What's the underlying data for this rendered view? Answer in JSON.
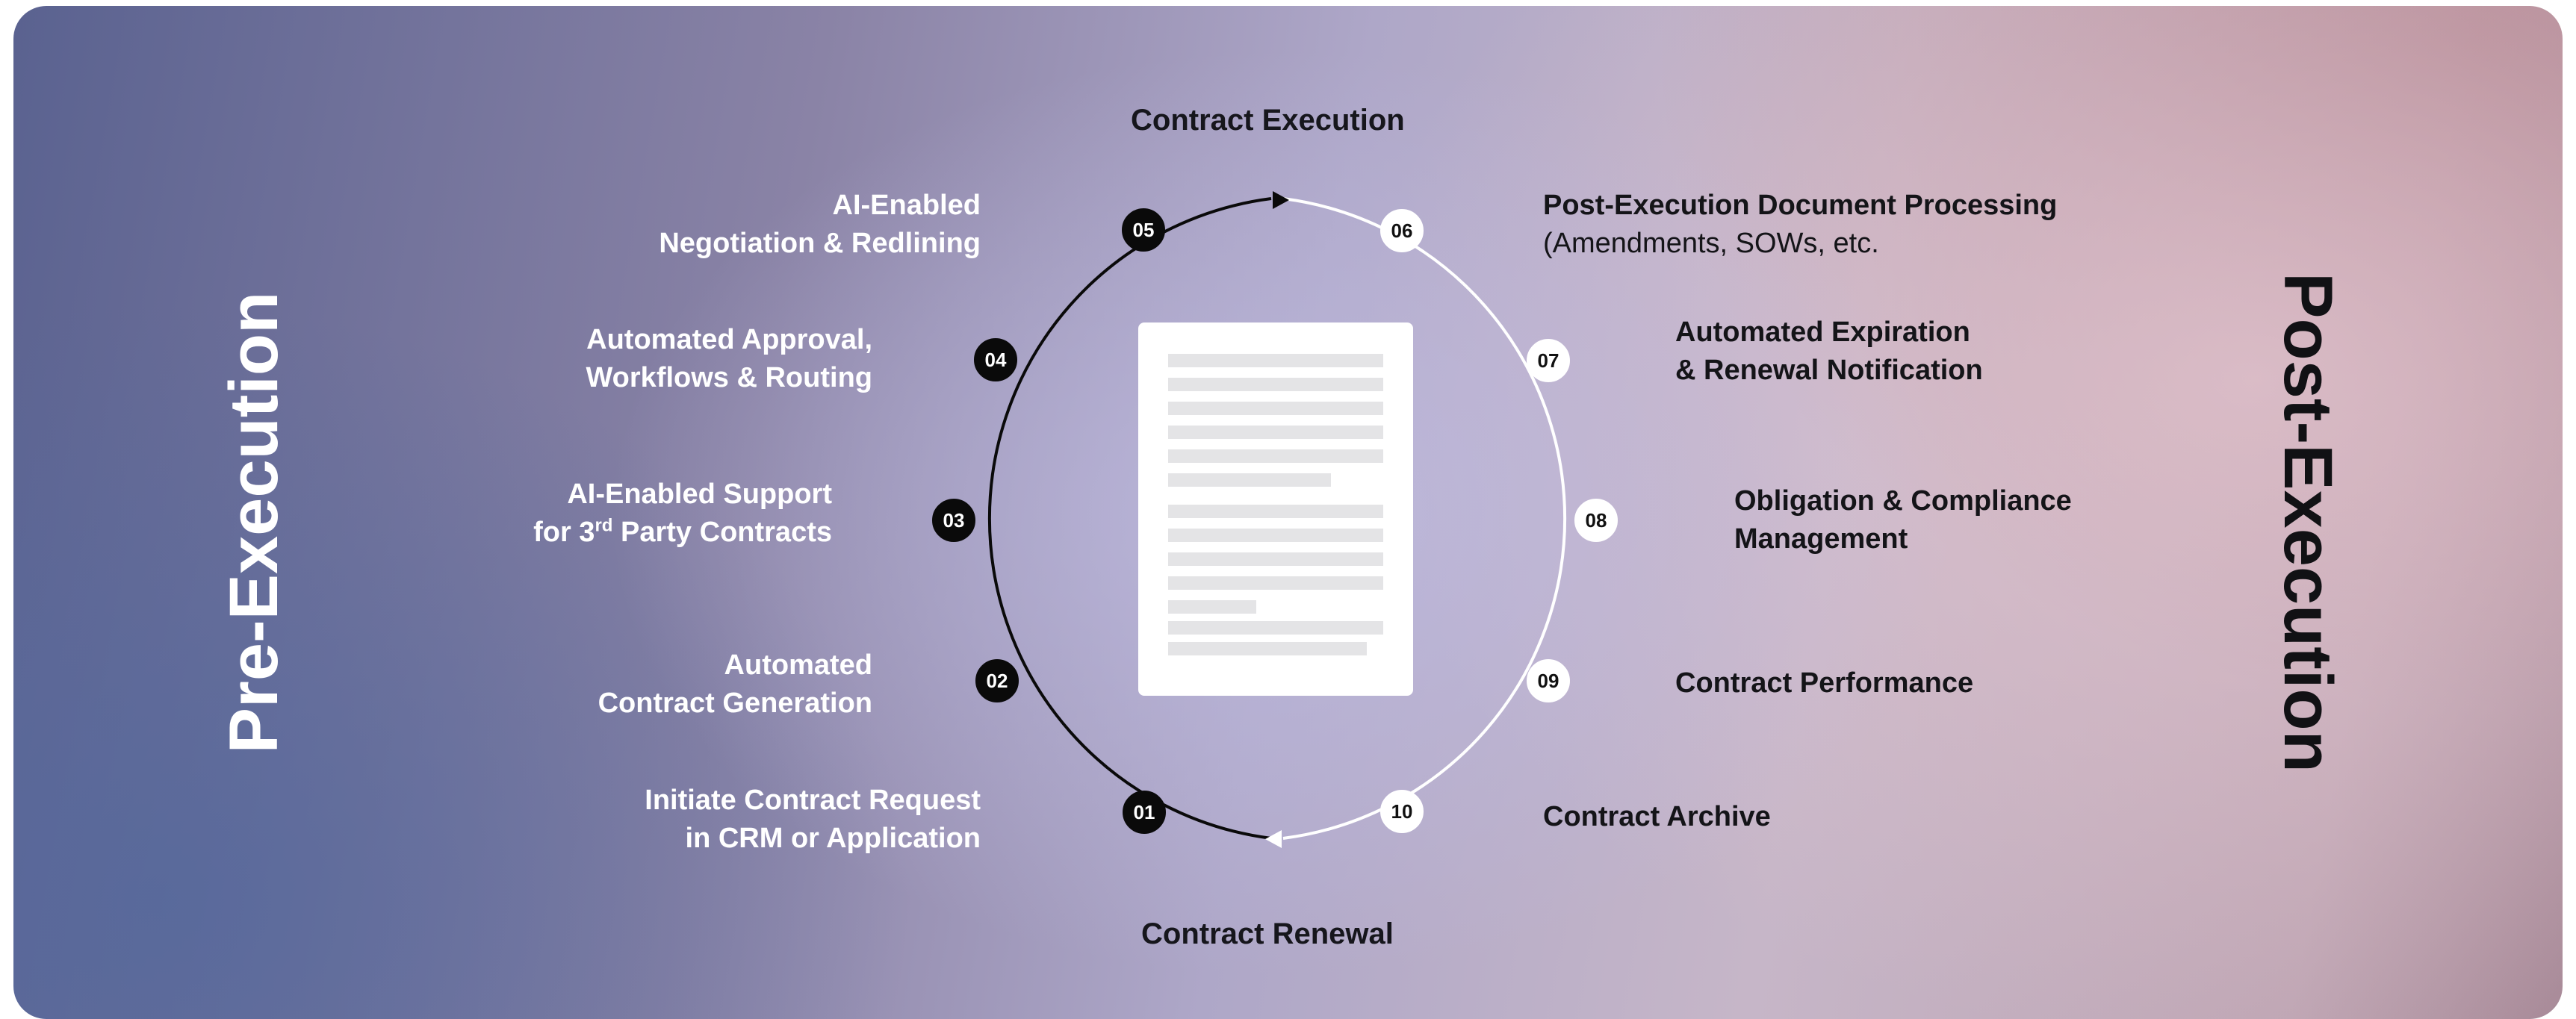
{
  "diagram": {
    "center_title_top": "Contract Execution",
    "center_title_bottom": "Contract Renewal",
    "side_left": "Pre-Execution",
    "side_right": "Post-Execution",
    "colors": {
      "pre_execution_node": "#0a0a0a",
      "post_execution_node": "#ffffff",
      "pre_execution_text": "#ffffff",
      "post_execution_text": "#141418"
    },
    "steps": [
      {
        "num": "01",
        "lines": [
          "Initiate Contract Request",
          "in CRM or Application"
        ]
      },
      {
        "num": "02",
        "lines": [
          "Automated",
          "Contract Generation"
        ]
      },
      {
        "num": "03",
        "line1": "AI-Enabled Support",
        "line2_pre": "for 3",
        "line2_sup": "rd",
        "line2_post": " Party Contracts"
      },
      {
        "num": "04",
        "lines": [
          "Automated Approval,",
          "Workflows & Routing"
        ]
      },
      {
        "num": "05",
        "lines": [
          "AI-Enabled",
          "Negotiation & Redlining"
        ]
      },
      {
        "num": "06",
        "lines": [
          "Post-Execution Document Processing",
          "(Amendments, SOWs, etc."
        ]
      },
      {
        "num": "07",
        "lines": [
          "Automated Expiration",
          "& Renewal Notification"
        ]
      },
      {
        "num": "08",
        "lines": [
          "Obligation & Compliance",
          "Management"
        ]
      },
      {
        "num": "09",
        "lines": [
          "Contract Performance"
        ]
      },
      {
        "num": "10",
        "lines": [
          "Contract Archive"
        ]
      }
    ]
  }
}
